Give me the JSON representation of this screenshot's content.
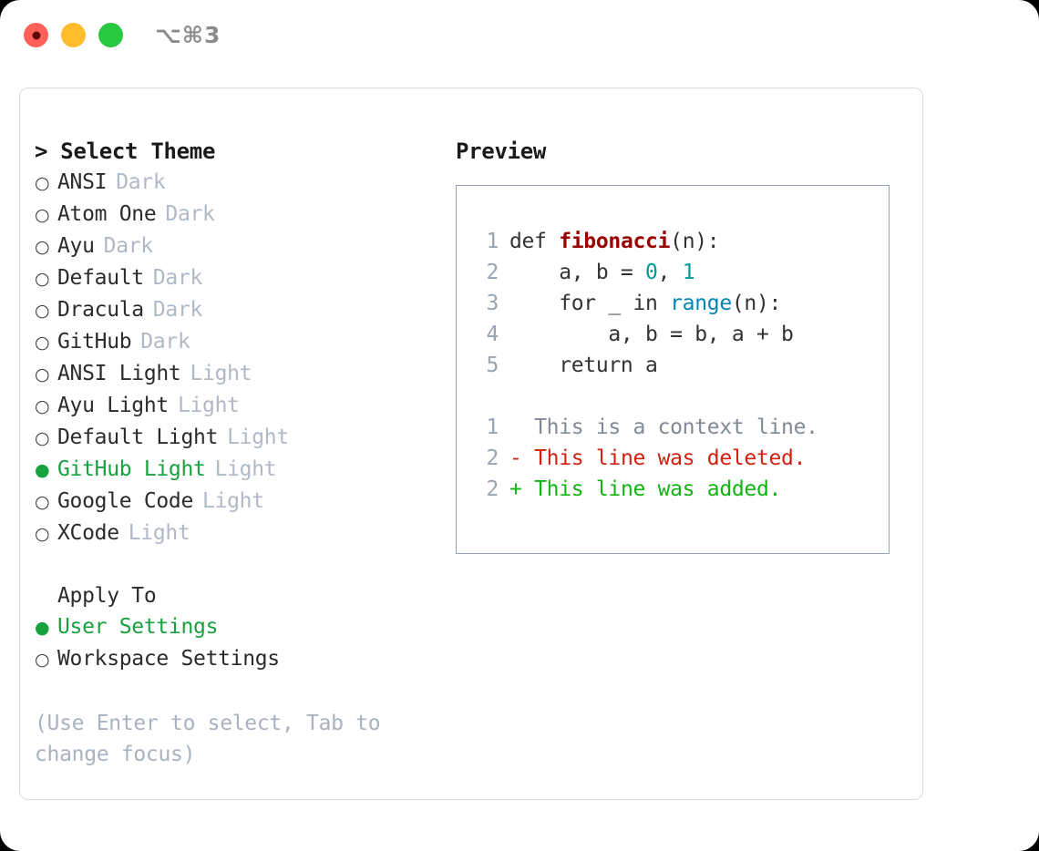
{
  "window": {
    "shortcut": "⌥⌘3",
    "traffic_lights": [
      {
        "name": "close",
        "color": "#ff6058"
      },
      {
        "name": "minimize",
        "color": "#ffbd2e"
      },
      {
        "name": "maximize",
        "color": "#28c840"
      }
    ]
  },
  "theme_panel": {
    "heading": "> Select Theme",
    "heading_caret": ">",
    "heading_text": "Select Theme",
    "bullet_unselected": "○",
    "bullet_selected": "●",
    "items": [
      {
        "name": "ANSI",
        "tag": "Dark",
        "selected": false
      },
      {
        "name": "Atom One",
        "tag": "Dark",
        "selected": false
      },
      {
        "name": "Ayu",
        "tag": "Dark",
        "selected": false
      },
      {
        "name": "Default",
        "tag": "Dark",
        "selected": false
      },
      {
        "name": "Dracula",
        "tag": "Dark",
        "selected": false
      },
      {
        "name": "GitHub",
        "tag": "Dark",
        "selected": false
      },
      {
        "name": "ANSI Light",
        "tag": "Light",
        "selected": false
      },
      {
        "name": "Ayu Light",
        "tag": "Light",
        "selected": false
      },
      {
        "name": "Default Light",
        "tag": "Light",
        "selected": false
      },
      {
        "name": "GitHub Light",
        "tag": "Light",
        "selected": true
      },
      {
        "name": "Google Code",
        "tag": "Light",
        "selected": false
      },
      {
        "name": "XCode",
        "tag": "Light",
        "selected": false
      }
    ]
  },
  "apply_to": {
    "heading": "Apply To",
    "items": [
      {
        "name": "User Settings",
        "selected": true
      },
      {
        "name": "Workspace Settings",
        "selected": false
      }
    ]
  },
  "hint": "(Use Enter to select, Tab to change focus)",
  "preview": {
    "title": "Preview",
    "code_lines": [
      {
        "num": "1",
        "segments": [
          {
            "text": "def ",
            "kind": "plain"
          },
          {
            "text": "fibonacci",
            "kind": "fn"
          },
          {
            "text": "(n):",
            "kind": "plain"
          }
        ]
      },
      {
        "num": "2",
        "segments": [
          {
            "text": "    a, b = ",
            "kind": "plain"
          },
          {
            "text": "0",
            "kind": "num"
          },
          {
            "text": ", ",
            "kind": "plain"
          },
          {
            "text": "1",
            "kind": "num"
          }
        ]
      },
      {
        "num": "3",
        "segments": [
          {
            "text": "    for _ in ",
            "kind": "plain"
          },
          {
            "text": "range",
            "kind": "call"
          },
          {
            "text": "(n):",
            "kind": "plain"
          }
        ]
      },
      {
        "num": "4",
        "segments": [
          {
            "text": "        a, b = b, a + b",
            "kind": "plain"
          }
        ]
      },
      {
        "num": "5",
        "segments": [
          {
            "text": "    return a",
            "kind": "plain"
          }
        ]
      }
    ],
    "diff_lines": [
      {
        "num": "1",
        "marker": " ",
        "text": " This is a context line.",
        "kind": "context"
      },
      {
        "num": "2",
        "marker": "-",
        "text": " This line was deleted.",
        "kind": "deleted"
      },
      {
        "num": "2",
        "marker": "+",
        "text": " This line was added.",
        "kind": "added"
      }
    ]
  },
  "colors": {
    "accent_green": "#17a23f",
    "muted_tag": "#b0b9c6",
    "hint": "#a9b2c0",
    "line_number": "#9aa3b0",
    "panel_border": "#d9dde3",
    "preview_border": "#97a3b4",
    "syntax_function": "#990000",
    "syntax_number": "#009999",
    "syntax_call": "#0086b3",
    "diff_context": "#808a95",
    "diff_deleted": "#d21f0f",
    "diff_added": "#11b411"
  }
}
